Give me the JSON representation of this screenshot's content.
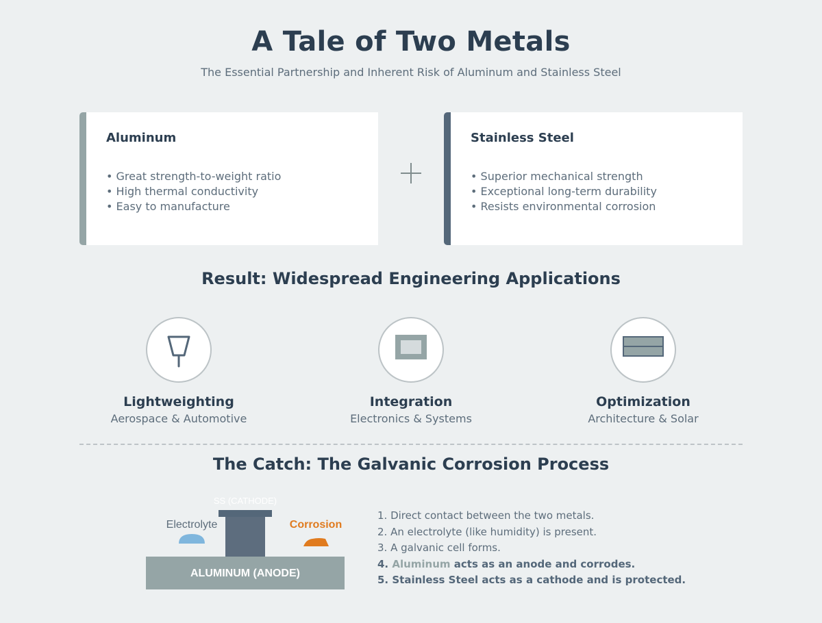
{
  "header": {
    "title": "A Tale of Two Metals",
    "subtitle": "The Essential Partnership and Inherent Risk of Aluminum and Stainless Steel"
  },
  "metals": {
    "aluminum": {
      "title": "Aluminum",
      "points": [
        "Great strength-to-weight ratio",
        "High thermal conductivity",
        "Easy to manufacture"
      ]
    },
    "stainless": {
      "title": "Stainless Steel",
      "points": [
        "Superior mechanical strength",
        "Exceptional long-term durability",
        "Resists environmental corrosion"
      ]
    },
    "combine_icon": "plus-icon"
  },
  "applications": {
    "heading": "Result: Widespread Engineering Applications",
    "items": [
      {
        "name": "Lightweighting",
        "desc": "Aerospace & Automotive",
        "icon": "lightweight-part-icon"
      },
      {
        "name": "Integration",
        "desc": "Electronics & Systems",
        "icon": "electronics-panel-icon"
      },
      {
        "name": "Optimization",
        "desc": "Architecture & Solar",
        "icon": "solar-panel-icon"
      }
    ]
  },
  "corrosion": {
    "heading": "The Catch: The Galvanic Corrosion Process",
    "diagram": {
      "cathode_label": "SS (CATHODE)",
      "anode_label": "ALUMINUM (ANODE)",
      "electrolyte_label": "Electrolyte",
      "corrosion_label": "Corrosion"
    },
    "steps": [
      "1. Direct contact between the two metals.",
      "2. An electrolyte (like humidity) is present.",
      "3. A galvanic cell forms."
    ],
    "step4": {
      "prefix": "4. ",
      "highlight": "Aluminum",
      "suffix": " acts as an anode and corrodes."
    },
    "step5": "5. Stainless Steel acts as a cathode and is protected."
  },
  "colors": {
    "aluminum": "#95a5a6",
    "stainless": "#546779",
    "electrolyte": "#7fb6dd",
    "corrosion": "#e07b1f",
    "text_dark": "#2c3e50"
  }
}
